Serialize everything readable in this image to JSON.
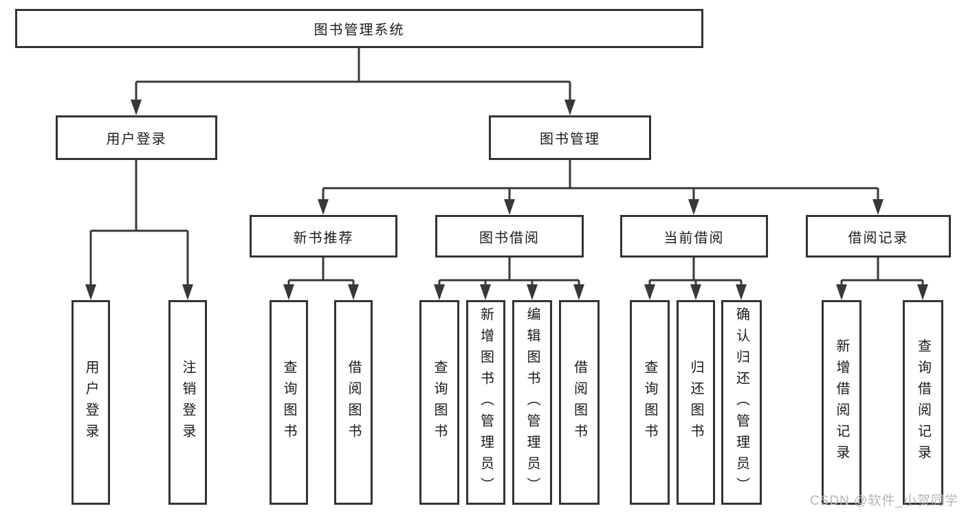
{
  "tree": {
    "root": "图书管理系统",
    "children": [
      {
        "label": "用户登录",
        "children": [
          "用户登录",
          "注销登录"
        ]
      },
      {
        "label": "图书管理",
        "children": [
          {
            "label": "新书推荐",
            "children": [
              "查询图书",
              "借阅图书"
            ]
          },
          {
            "label": "图书借阅",
            "children": [
              "查询图书",
              "新增图书（管理员）",
              "编辑图书（管理员）",
              "借阅图书"
            ]
          },
          {
            "label": "当前借阅",
            "children": [
              "查询图书",
              "归还图书",
              "确认归还（管理员）"
            ]
          },
          {
            "label": "借阅记录",
            "children": [
              "新增借阅记录",
              "查询借阅记录"
            ]
          }
        ]
      }
    ]
  },
  "colors": {
    "line": "#383838",
    "box_border": "#333333",
    "text": "#1a1a1a",
    "watermark": "#b5b5b5",
    "background": "#ffffff"
  },
  "watermark": {
    "text": "CSDN @软件_小贺同学"
  }
}
